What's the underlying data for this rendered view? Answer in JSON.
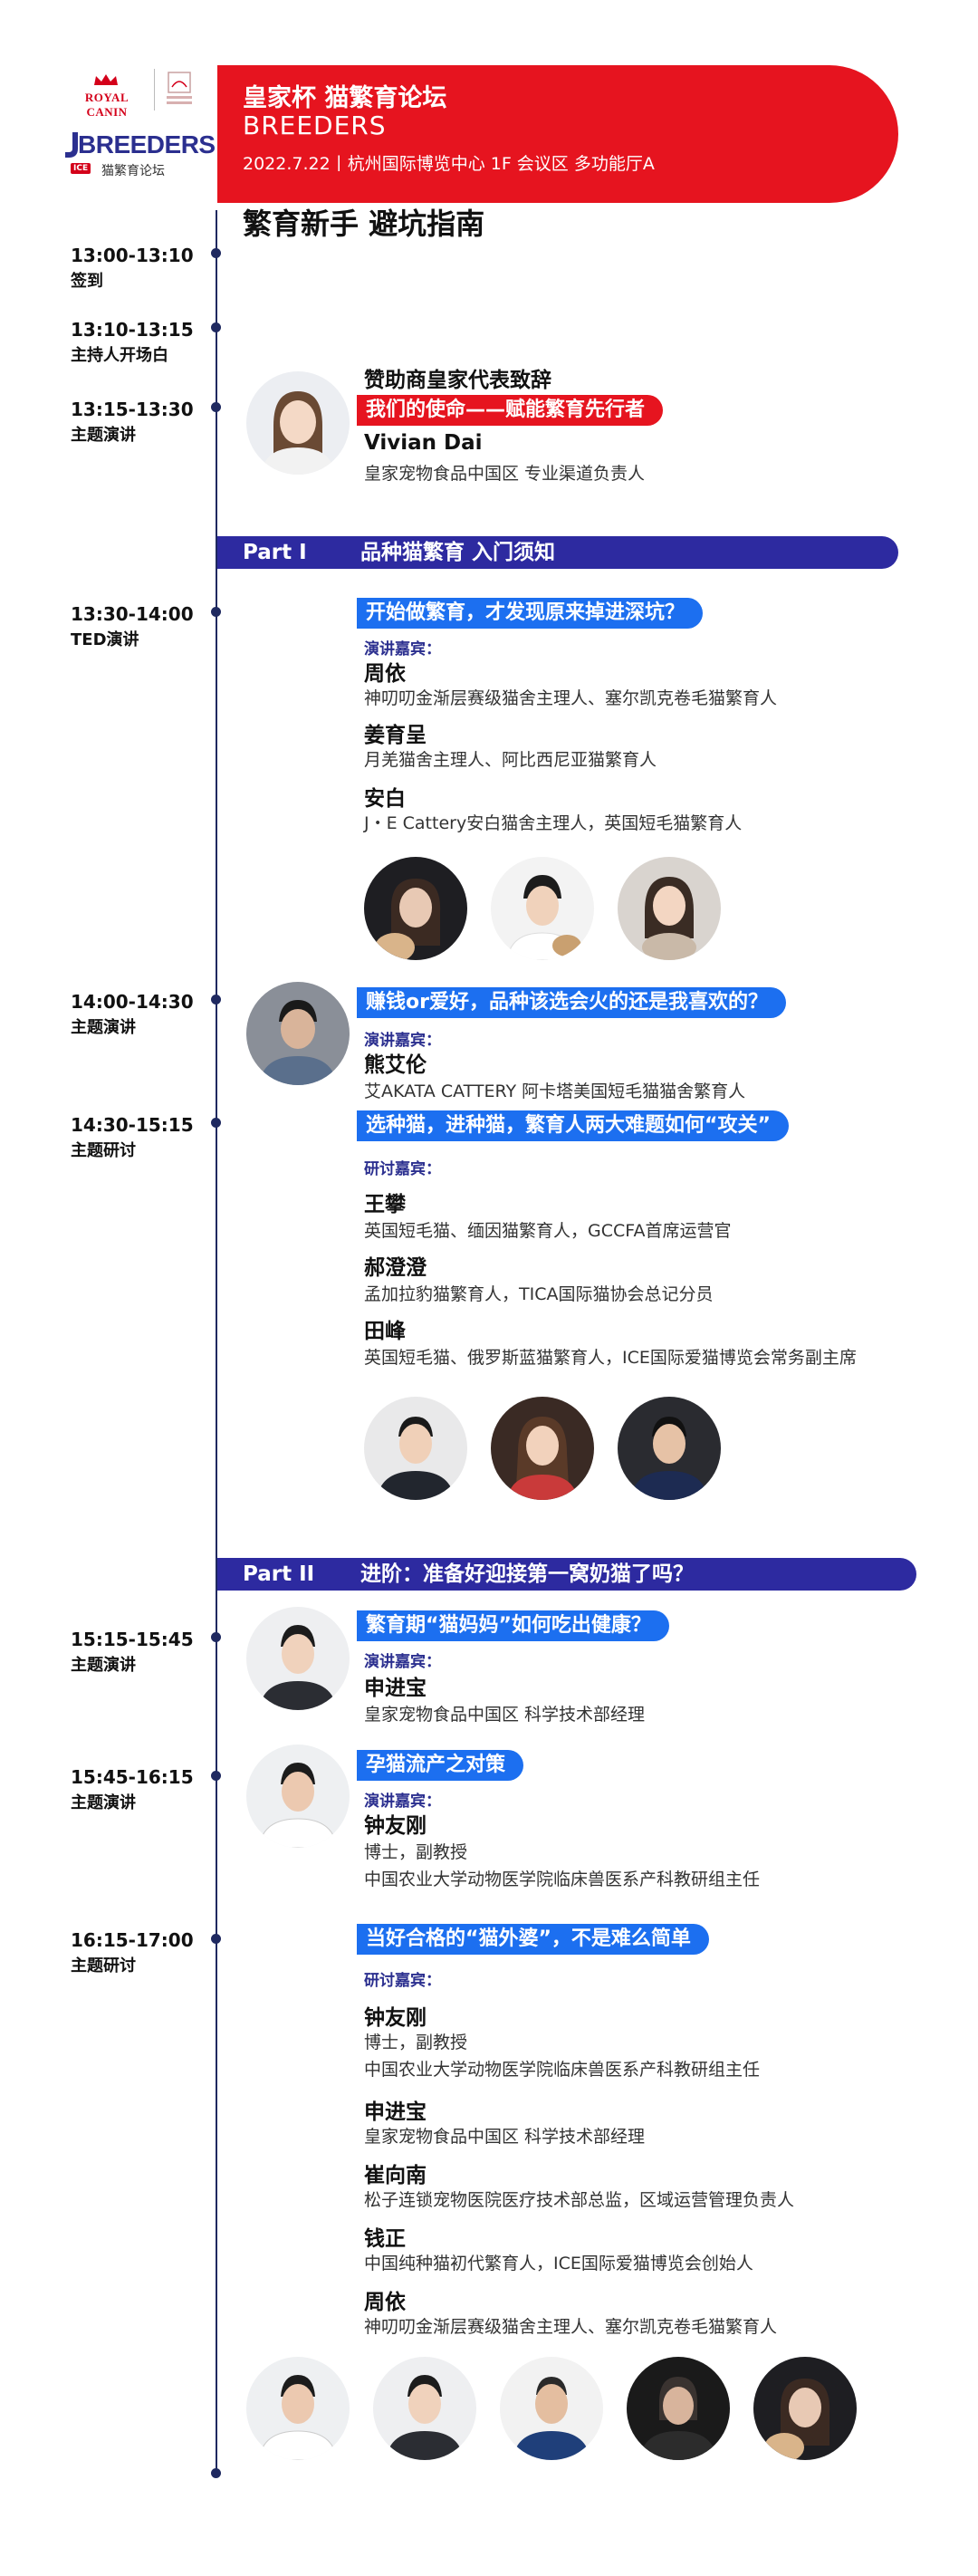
{
  "logos": {
    "royal_canin": "ROYAL CANIN",
    "breeders": "BREEDERS",
    "breeders_badge": "ICE",
    "breeders_sub": "猫繁育论坛"
  },
  "header": {
    "title": "皇家杯 猫繁育论坛",
    "title_en": "BREEDERS",
    "info": "2022.7.22丨杭州国际博览中心 1F 会议区 多功能厅A",
    "subtitle": "繁育新手 避坑指南"
  },
  "colors": {
    "red": "#e6141f",
    "blue": "#1c6ff0",
    "navy": "#2d2aa0"
  },
  "schedule": {
    "s1": {
      "time": "13:00-13:10",
      "label": "签到"
    },
    "s2": {
      "time": "13:10-13:15",
      "label": "主持人开场白"
    },
    "s3": {
      "time": "13:15-13:30",
      "label": "主题演讲",
      "heading": "赞助商皇家代表致辞",
      "topic": "我们的使命——赋能繁育先行者",
      "speaker": "Vivian Dai",
      "desc": "皇家宠物食品中国区 专业渠道负责人"
    },
    "part1": {
      "num": "Part I",
      "title": "品种猫繁育 入门须知"
    },
    "s4": {
      "time": "13:30-14:00",
      "label": "TED演讲",
      "topic": "开始做繁育，才发现原来掉进深坑？",
      "role": "演讲嘉宾：",
      "speakers": [
        {
          "name": "周依",
          "desc": "神叨叨金渐层赛级猫舍主理人、塞尔凯克卷毛猫繁育人"
        },
        {
          "name": "姜育呈",
          "desc": "月羌猫舍主理人、阿比西尼亚猫繁育人"
        },
        {
          "name": "安白",
          "desc": "J・E Cattery安白猫舍主理人，英国短毛猫繁育人"
        }
      ]
    },
    "s5": {
      "time": "14:00-14:30",
      "label": "主题演讲",
      "topic": "赚钱or爱好，品种该选会火的还是我喜欢的？",
      "role": "演讲嘉宾：",
      "speaker": "熊艾伦",
      "desc": "艾AKATA CATTERY 阿卡塔美国短毛猫猫舍繁育人"
    },
    "s6": {
      "time": "14:30-15:15",
      "label": "主题研讨",
      "topic": "选种猫，进种猫，繁育人两大难题如何“攻关”",
      "role": "研讨嘉宾：",
      "speakers": [
        {
          "name": "王攀",
          "desc": "英国短毛猫、缅因猫繁育人，GCCFA首席运营官"
        },
        {
          "name": "郝澄澄",
          "desc": "孟加拉豹猫繁育人，TICA国际猫协会总记分员"
        },
        {
          "name": "田峰",
          "desc": "英国短毛猫、俄罗斯蓝猫繁育人，ICE国际爱猫博览会常务副主席"
        }
      ]
    },
    "part2": {
      "num": "Part II",
      "title": "进阶：准备好迎接第一窝奶猫了吗？"
    },
    "s7": {
      "time": "15:15-15:45",
      "label": "主题演讲",
      "topic": "繁育期“猫妈妈”如何吃出健康？",
      "role": "演讲嘉宾：",
      "speaker": "申进宝",
      "desc": "皇家宠物食品中国区 科学技术部经理"
    },
    "s8": {
      "time": "15:45-16:15",
      "label": "主题演讲",
      "topic": "孕猫流产之对策",
      "role": "演讲嘉宾：",
      "speaker": "钟友刚",
      "desc1": "博士，副教授",
      "desc2": "中国农业大学动物医学院临床兽医系产科教研组主任"
    },
    "s9": {
      "time": "16:15-17:00",
      "label": "主题研讨",
      "topic": "当好合格的“猫外婆”，不是难么简单",
      "role": "研讨嘉宾：",
      "speakers": [
        {
          "name": "钟友刚",
          "desc1": "博士，副教授",
          "desc2": "中国农业大学动物医学院临床兽医系产科教研组主任"
        },
        {
          "name": "申进宝",
          "desc1": "皇家宠物食品中国区 科学技术部经理"
        },
        {
          "name": "崔向南",
          "desc1": "松子连锁宠物医院医疗技术部总监，区域运营管理负责人"
        },
        {
          "name": "钱正",
          "desc1": "中国纯种猫初代繁育人，ICE国际爱猫博览会创始人"
        },
        {
          "name": "周依",
          "desc1": "神叨叨金渐层赛级猫舍主理人、塞尔凯克卷毛猫繁育人"
        }
      ]
    }
  }
}
